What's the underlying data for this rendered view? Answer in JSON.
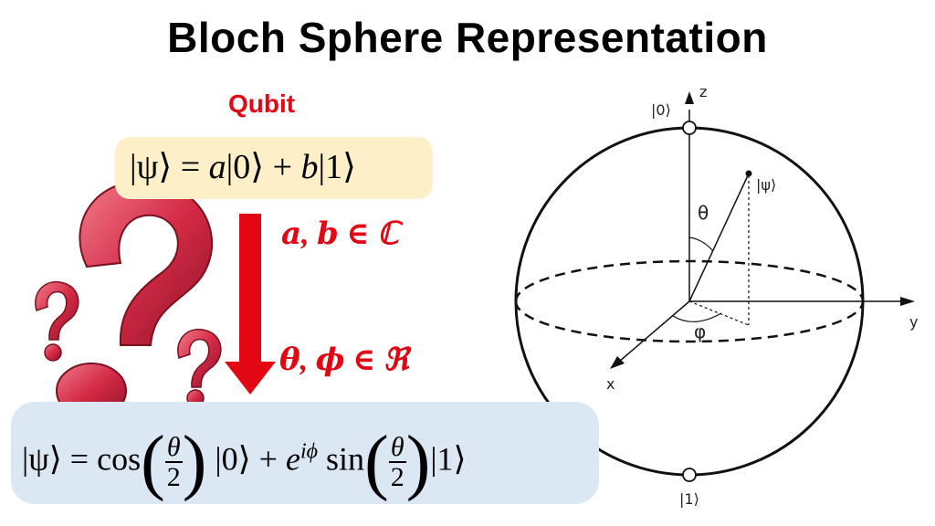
{
  "title": "Bloch Sphere Representation",
  "qubit_label": "Qubit",
  "equation1": {
    "lhs": "|ψ⟩",
    "eq": "=",
    "a": "a",
    "ket0": "|0⟩",
    "plus": "+",
    "b": "b",
    "ket1": "|1⟩"
  },
  "set_complex": "𝒂, 𝒃 ∈ ℂ",
  "set_real": "𝜽, 𝝓 ∈ ℜ",
  "equation2": {
    "lhs": "|ψ⟩",
    "eq": "=",
    "cos": "cos",
    "theta": "θ",
    "two": "2",
    "ket0": "|0⟩",
    "plus": "+",
    "exp_base": "e",
    "exp_power": "iϕ",
    "sin": "sin",
    "ket1": "|1⟩"
  },
  "bloch": {
    "ket0_label": "|0⟩",
    "ket1_label": "|1⟩",
    "psi_label": "|ψ⟩",
    "z_label": "z",
    "y_label": "y",
    "x_label": "x",
    "theta_label": "θ",
    "phi_label": "φ"
  },
  "colors": {
    "accent_red": "#e30613",
    "qubit_box": "#fdefc8",
    "formula_box": "#dbe7f3",
    "question_mark": "#d42a45"
  },
  "icons": [
    "question-mark-icon",
    "down-arrow-icon"
  ]
}
